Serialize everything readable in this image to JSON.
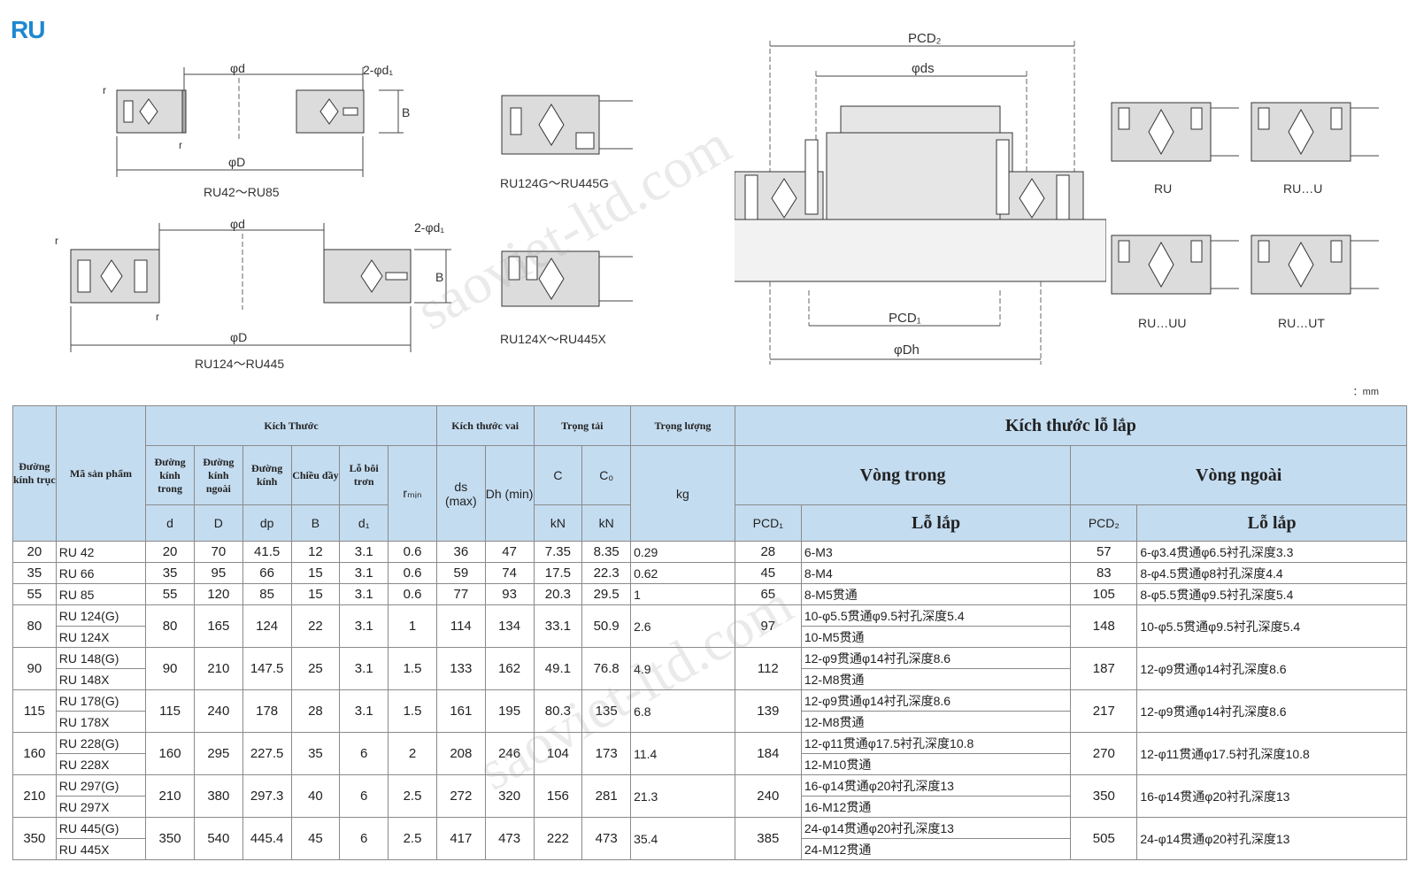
{
  "section_title": "RU",
  "diagrams": {
    "d1": {
      "d": "φd",
      "holes": "2-φd₁",
      "B": "B",
      "D": "φD",
      "r": "r",
      "caption": "RU42～RU85"
    },
    "d2": {
      "d": "φd",
      "holes": "2-φd₁",
      "B": "B",
      "D": "φD",
      "r": "r",
      "caption": "RU124～RU445"
    },
    "g_caption": "RU124G～RU445G",
    "x_caption": "RU124X～RU445X",
    "mount": {
      "pcd2": "PCD₂",
      "ds": "φds",
      "pcd1": "PCD₁",
      "dh": "φDh"
    },
    "types": [
      "RU",
      "RU…U",
      "RU…UU",
      "RU…UT"
    ]
  },
  "unit_note": "：mm",
  "watermark": "saoviet-ltd.com",
  "table": {
    "headers": {
      "shaft": "Đường kính trục",
      "code": "Mã sản phẩm",
      "dims": "Kích Thước",
      "shoulder": "Kích thước vai",
      "load": "Trọng tải",
      "weight": "Trọng lượng",
      "mount": "Kích thước lỗ lắp",
      "inner_ring": "Vòng trong",
      "outer_ring": "Vòng ngoài",
      "inner_d": "Đường kính trong",
      "outer_d": "Đường kính ngoài",
      "dp_label": "Đường kính",
      "width": "Chiều dầy",
      "lube": "Lỗ bôi trơn",
      "hole": "Lỗ lắp"
    },
    "symbols": {
      "d": "d",
      "D": "D",
      "dp": "dp",
      "B": "B",
      "d1": "d₁",
      "rmin": "rₘᵢₙ",
      "ds": "ds (max)",
      "Dh": "Dh (min)",
      "C": "C",
      "C0": "C₀",
      "kN1": "kN",
      "kN2": "kN",
      "kg": "kg",
      "pcd1": "PCD₁",
      "pcd2": "PCD₂"
    },
    "rows": [
      {
        "shaft": "20",
        "codes": [
          "RU 42"
        ],
        "d": "20",
        "D": "70",
        "dp": "41.5",
        "B": "12",
        "d1": "3.1",
        "r": "0.6",
        "ds": "36",
        "Dh": "47",
        "C": "7.35",
        "C0": "8.35",
        "kg": "0.29",
        "pcd1": "28",
        "inner": [
          "6-M3"
        ],
        "pcd2": "57",
        "outer": "6-φ3.4贯通φ6.5衬孔深度3.3"
      },
      {
        "shaft": "35",
        "codes": [
          "RU 66"
        ],
        "d": "35",
        "D": "95",
        "dp": "66",
        "B": "15",
        "d1": "3.1",
        "r": "0.6",
        "ds": "59",
        "Dh": "74",
        "C": "17.5",
        "C0": "22.3",
        "kg": "0.62",
        "pcd1": "45",
        "inner": [
          "8-M4"
        ],
        "pcd2": "83",
        "outer": "8-φ4.5贯通φ8衬孔深度4.4"
      },
      {
        "shaft": "55",
        "codes": [
          "RU 85"
        ],
        "d": "55",
        "D": "120",
        "dp": "85",
        "B": "15",
        "d1": "3.1",
        "r": "0.6",
        "ds": "77",
        "Dh": "93",
        "C": "20.3",
        "C0": "29.5",
        "kg": "1",
        "pcd1": "65",
        "inner": [
          "8-M5贯通"
        ],
        "pcd2": "105",
        "outer": "8-φ5.5贯通φ9.5衬孔深度5.4"
      },
      {
        "shaft": "80",
        "codes": [
          "RU 124(G)",
          "RU 124X"
        ],
        "d": "80",
        "D": "165",
        "dp": "124",
        "B": "22",
        "d1": "3.1",
        "r": "1",
        "ds": "114",
        "Dh": "134",
        "C": "33.1",
        "C0": "50.9",
        "kg": "2.6",
        "pcd1": "97",
        "inner": [
          "10-φ5.5贯通φ9.5衬孔深度5.4",
          "10-M5贯通"
        ],
        "pcd2": "148",
        "outer": "10-φ5.5贯通φ9.5衬孔深度5.4"
      },
      {
        "shaft": "90",
        "codes": [
          "RU 148(G)",
          "RU 148X"
        ],
        "d": "90",
        "D": "210",
        "dp": "147.5",
        "B": "25",
        "d1": "3.1",
        "r": "1.5",
        "ds": "133",
        "Dh": "162",
        "C": "49.1",
        "C0": "76.8",
        "kg": "4.9",
        "pcd1": "112",
        "inner": [
          "12-φ9贯通φ14衬孔深度8.6",
          "12-M8贯通"
        ],
        "pcd2": "187",
        "outer": "12-φ9贯通φ14衬孔深度8.6"
      },
      {
        "shaft": "115",
        "codes": [
          "RU 178(G)",
          "RU 178X"
        ],
        "d": "115",
        "D": "240",
        "dp": "178",
        "B": "28",
        "d1": "3.1",
        "r": "1.5",
        "ds": "161",
        "Dh": "195",
        "C": "80.3",
        "C0": "135",
        "kg": "6.8",
        "pcd1": "139",
        "inner": [
          "12-φ9贯通φ14衬孔深度8.6",
          "12-M8贯通"
        ],
        "pcd2": "217",
        "outer": "12-φ9贯通φ14衬孔深度8.6"
      },
      {
        "shaft": "160",
        "codes": [
          "RU 228(G)",
          "RU 228X"
        ],
        "d": "160",
        "D": "295",
        "dp": "227.5",
        "B": "35",
        "d1": "6",
        "r": "2",
        "ds": "208",
        "Dh": "246",
        "C": "104",
        "C0": "173",
        "kg": "11.4",
        "pcd1": "184",
        "inner": [
          "12-φ11贯通φ17.5衬孔深度10.8",
          "12-M10贯通"
        ],
        "pcd2": "270",
        "outer": "12-φ11贯通φ17.5衬孔深度10.8"
      },
      {
        "shaft": "210",
        "codes": [
          "RU 297(G)",
          "RU 297X"
        ],
        "d": "210",
        "D": "380",
        "dp": "297.3",
        "B": "40",
        "d1": "6",
        "r": "2.5",
        "ds": "272",
        "Dh": "320",
        "C": "156",
        "C0": "281",
        "kg": "21.3",
        "pcd1": "240",
        "inner": [
          "16-φ14贯通φ20衬孔深度13",
          "16-M12贯通"
        ],
        "pcd2": "350",
        "outer": "16-φ14贯通φ20衬孔深度13"
      },
      {
        "shaft": "350",
        "codes": [
          "RU 445(G)",
          "RU 445X"
        ],
        "d": "350",
        "D": "540",
        "dp": "445.4",
        "B": "45",
        "d1": "6",
        "r": "2.5",
        "ds": "417",
        "Dh": "473",
        "C": "222",
        "C0": "473",
        "kg": "35.4",
        "pcd1": "385",
        "inner": [
          "24-φ14贯通φ20衬孔深度13",
          "24-M12贯通"
        ],
        "pcd2": "505",
        "outer": "24-φ14贯通φ20衬孔深度13"
      }
    ]
  }
}
